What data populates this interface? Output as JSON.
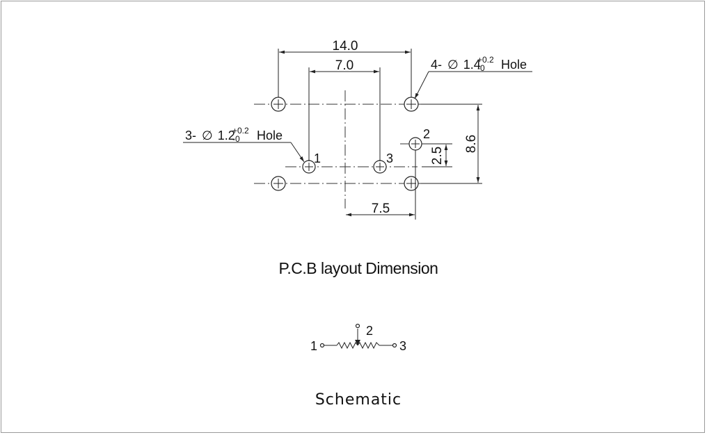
{
  "layout": {
    "dims": {
      "width_14": "14.0",
      "width_7": "7.0",
      "width_7_5": "7.5",
      "height_8_6": "8.6",
      "height_2_5": "2.5"
    },
    "notes": {
      "large_hole": {
        "prefix": "4-",
        "phi": "∅",
        "size": "1.4",
        "tol_plus": "+0.2",
        "tol_minus": "-0",
        "suffix": "Hole"
      },
      "small_hole": {
        "prefix": "3-",
        "phi": "∅",
        "size": "1.2",
        "tol_plus": "+0.2",
        "tol_minus": "-0",
        "suffix": "Hole"
      }
    },
    "pins": {
      "p1": "1",
      "p2": "2",
      "p3": "3"
    },
    "caption": "P.C.B layout Dimension"
  },
  "schematic": {
    "pins": {
      "p1": "1",
      "p2": "2",
      "p3": "3"
    },
    "caption": "Schematic"
  },
  "colors": {
    "line": "#222222",
    "border": "#9a9a9a",
    "background": "#ffffff"
  }
}
